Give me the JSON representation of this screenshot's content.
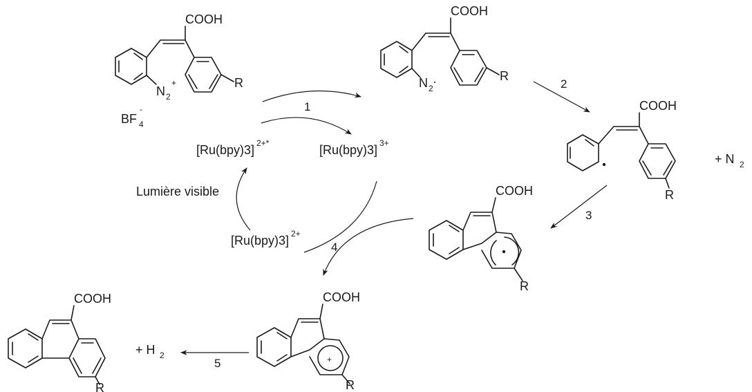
{
  "colors": {
    "ink": "#1a1a1a",
    "background": "#ffffff"
  },
  "labels": {
    "cooh": "COOH",
    "r": "R",
    "n2": "N",
    "n2_sub": "2",
    "n2_charge": "+",
    "radical_dot": "·",
    "bf4": "BF",
    "bf4_sub": "4",
    "bf4_charge": "-",
    "plus_n2": "+ N",
    "plus_n2_sub": "2",
    "plus_h2": "+ H",
    "plus_h2_sub": "2",
    "cation_sign": "+"
  },
  "ruthenium": {
    "excited": {
      "main": "[Ru(bpy)3]",
      "sup": "2+*"
    },
    "oxidized": {
      "main": "[Ru(bpy)3]",
      "sup": "3+"
    },
    "ground": {
      "main": "[Ru(bpy)3]",
      "sup": "2+"
    }
  },
  "light_label": "Lumière visible",
  "steps": [
    "1",
    "2",
    "3",
    "4",
    "5"
  ]
}
